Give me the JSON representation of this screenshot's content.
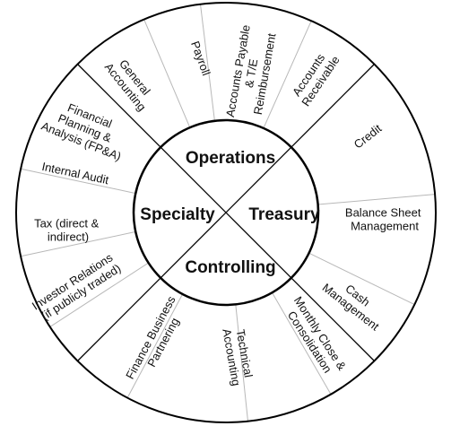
{
  "quadrants": {
    "top": "Operations",
    "right": "Treasury",
    "bottom": "Controlling",
    "left": "Specialty"
  },
  "segments": [
    {
      "id": "general-accounting",
      "lines": [
        "General",
        "Accounting"
      ]
    },
    {
      "id": "payroll",
      "lines": [
        "Payroll"
      ]
    },
    {
      "id": "accounts-payable-te",
      "lines": [
        "Accounts Payable",
        "& T/E",
        "Reimbursement"
      ]
    },
    {
      "id": "accounts-receivable",
      "lines": [
        "Accounts",
        "Receivable"
      ]
    },
    {
      "id": "credit",
      "lines": [
        "Credit"
      ]
    },
    {
      "id": "balance-sheet-management",
      "lines": [
        "Balance Sheet",
        "Management"
      ]
    },
    {
      "id": "cash-management",
      "lines": [
        "Cash",
        "Management"
      ]
    },
    {
      "id": "monthly-close-consolidation",
      "lines": [
        "Monthly Close &",
        "Consolidation"
      ]
    },
    {
      "id": "technical-accounting",
      "lines": [
        "Technical",
        "Accounting"
      ]
    },
    {
      "id": "finance-business-partnering",
      "lines": [
        "Finance Business",
        "Partnering"
      ]
    },
    {
      "id": "investor-relations",
      "lines": [
        "Investor Relations",
        "(if publicly traded)"
      ]
    },
    {
      "id": "tax",
      "lines": [
        "Tax (direct &",
        "indirect)"
      ]
    },
    {
      "id": "internal-audit",
      "lines": [
        "Internal Audit"
      ]
    },
    {
      "id": "fpa",
      "lines": [
        "Financial",
        "Planning &",
        "Analysis (FP&A)"
      ]
    }
  ]
}
